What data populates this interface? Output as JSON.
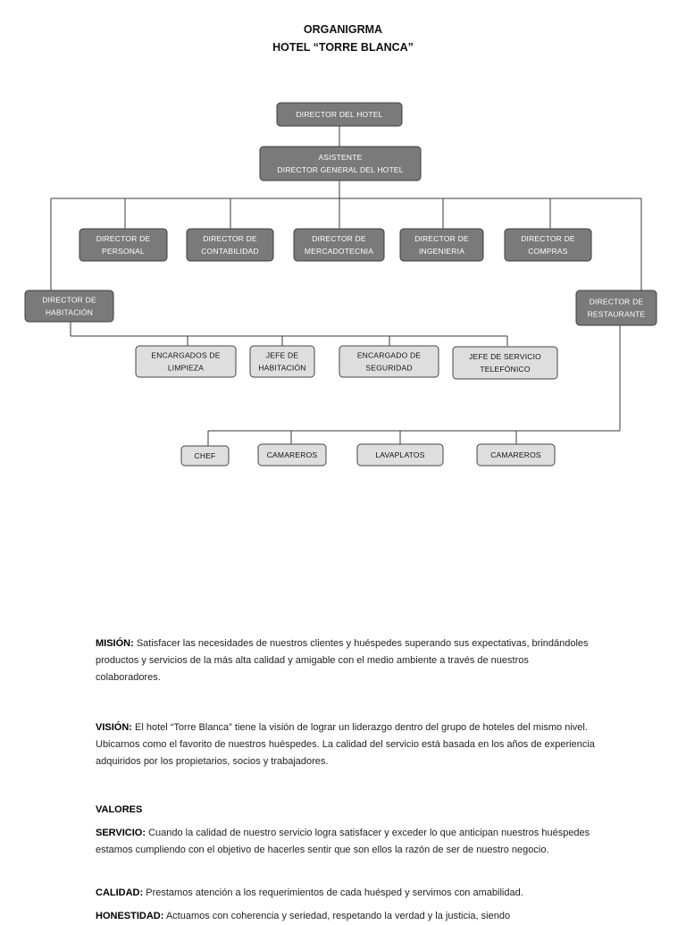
{
  "header": {
    "title": "ORGANIGRMA",
    "subtitle": "HOTEL “TORRE BLANCA”"
  },
  "org": {
    "nodes": [
      {
        "id": "director-hotel",
        "lines": [
          "DIRECTOR DEL HOTEL"
        ],
        "style": "dark"
      },
      {
        "id": "asistente",
        "lines": [
          "ASISTENTE",
          "DIRECTOR GENERAL DEL HOTEL"
        ],
        "style": "dark"
      },
      {
        "id": "personal",
        "lines": [
          "DIRECTOR DE",
          "PERSONAL"
        ],
        "style": "dark"
      },
      {
        "id": "contabilidad",
        "lines": [
          "DIRECTOR DE",
          "CONTABILIDAD"
        ],
        "style": "dark"
      },
      {
        "id": "mercadotecnia",
        "lines": [
          "DIRECTOR DE",
          "MERCADOTECNIA"
        ],
        "style": "dark"
      },
      {
        "id": "ingenieria",
        "lines": [
          "DIRECTOR DE",
          "INGENIERIA"
        ],
        "style": "dark"
      },
      {
        "id": "compras",
        "lines": [
          "DIRECTOR DE",
          "COMPRAS"
        ],
        "style": "dark"
      },
      {
        "id": "habitacion",
        "lines": [
          "DIRECTOR DE",
          "HABITACIÓN"
        ],
        "style": "dark"
      },
      {
        "id": "restaurante",
        "lines": [
          "DIRECTOR DE",
          "RESTAURANTE"
        ],
        "style": "dark"
      },
      {
        "id": "limpieza",
        "lines": [
          "ENCARGADOS DE",
          "LIMPIEZA"
        ],
        "style": "light"
      },
      {
        "id": "jefe-habitacion",
        "lines": [
          "JEFE DE",
          "HABITACIÓN"
        ],
        "style": "light"
      },
      {
        "id": "seguridad",
        "lines": [
          "ENCARGADO DE",
          "SEGURIDAD"
        ],
        "style": "light"
      },
      {
        "id": "telefonico",
        "lines": [
          "JEFE DE SERVICIO",
          "TELEFÓNICO"
        ],
        "style": "light"
      },
      {
        "id": "chef",
        "lines": [
          "CHEF"
        ],
        "style": "light"
      },
      {
        "id": "camareros-1",
        "lines": [
          "CAMAREROS"
        ],
        "style": "light"
      },
      {
        "id": "lavaplatos",
        "lines": [
          "LAVAPLATOS"
        ],
        "style": "light"
      },
      {
        "id": "camareros-2",
        "lines": [
          "CAMAREROS"
        ],
        "style": "light"
      }
    ]
  },
  "text": {
    "mision_label": "MISIÓN:",
    "mision_body": "Satisfacer las necesidades de nuestros clientes y huéspedes superando sus expectativas, brindándoles productos y servicios de la más alta calidad y amigable con el medio ambiente a través de nuestros colaboradores.",
    "vision_label": "VISIÓN:",
    "vision_body": "El hotel “Torre Blanca” tiene la visión de lograr un liderazgo dentro del grupo de hoteles del mismo nivel. Ubicarnos como el favorito de nuestros huéspedes. La calidad del servicio está basada en los años de experiencia adquiridos por los propietarios, socios y trabajadores.",
    "valores_heading": "VALORES",
    "servicio_label": "SERVICIO:",
    "servicio_body": "Cuando la calidad de nuestro servicio logra satisfacer y exceder lo que anticipan nuestros huéspedes estamos cumpliendo con el objetivo de hacerles sentir que son ellos la razón de ser de nuestro negocio.",
    "calidad_label": "CALIDAD:",
    "calidad_body": "Prestamos atención a los requerimientos de cada huésped y servimos con amabilidad.",
    "honestidad_label": "HONESTIDAD:",
    "honestidad_body": "Actuamos con coherencia y seriedad, respetando la verdad y la justicia, siendo"
  }
}
